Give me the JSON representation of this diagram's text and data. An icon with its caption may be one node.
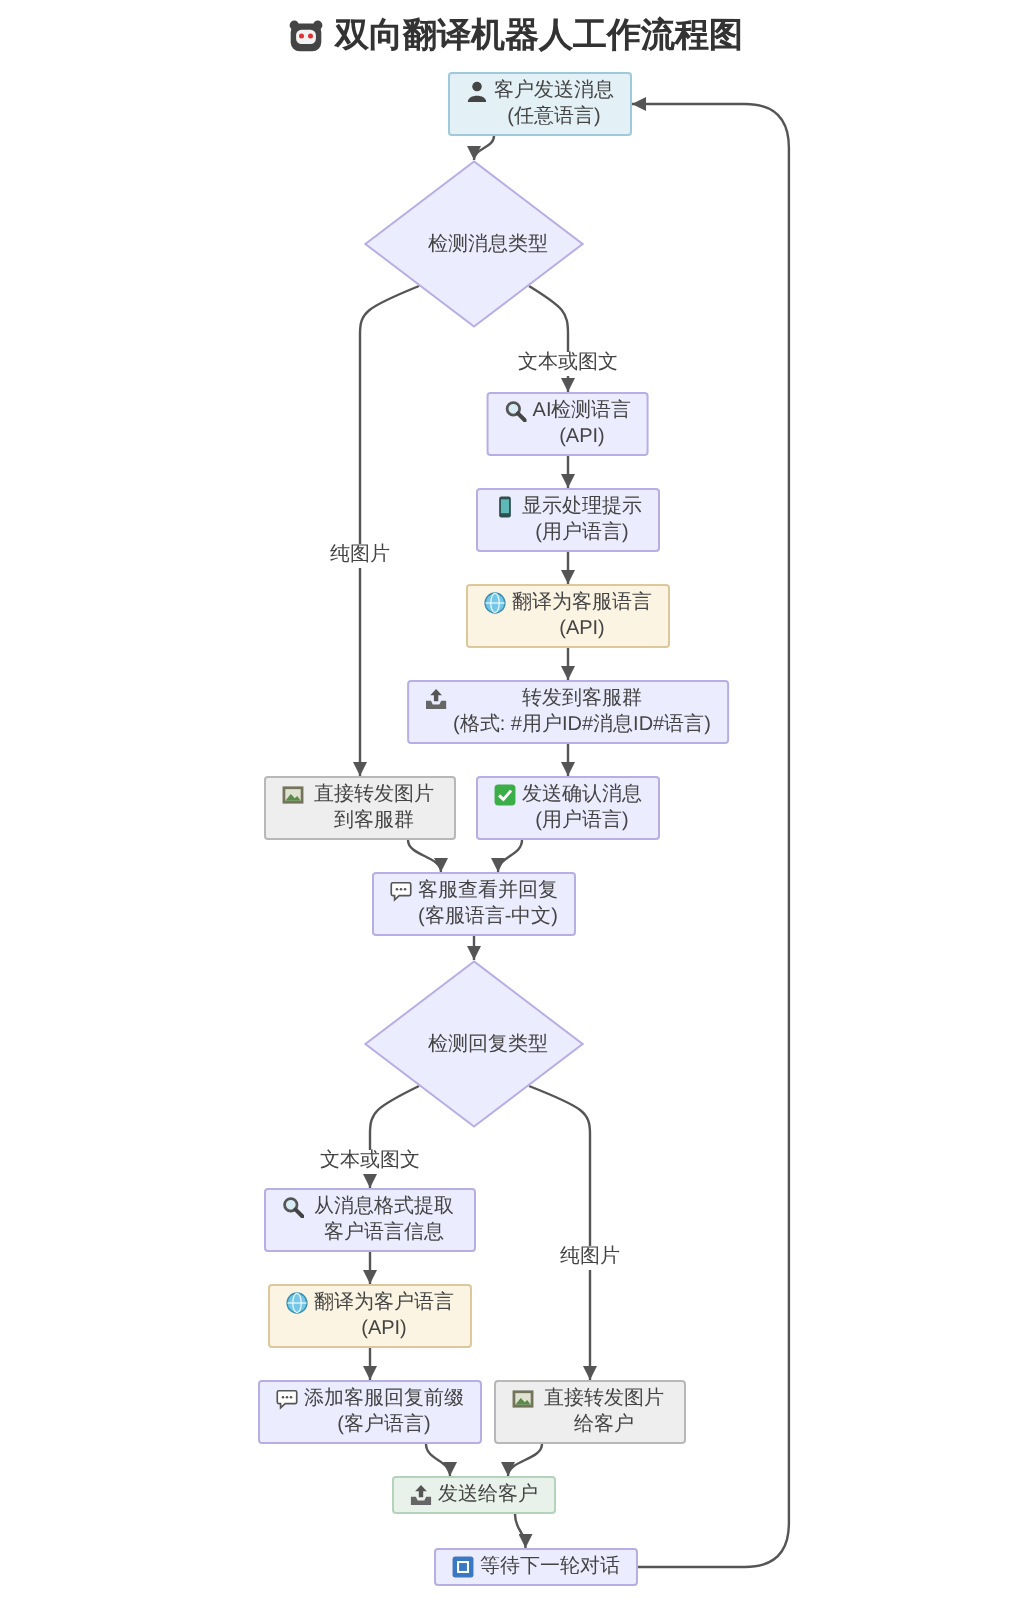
{
  "diagram": {
    "title": "双向翻译机器人工作流程图",
    "nodes": [
      {
        "text": [
          "客户发送消息 (任意语言)"
        ]
      },
      {
        "text": [
          "检测消息类型"
        ]
      },
      {
        "text": [
          "AI检测语言 (API)"
        ]
      },
      {
        "text": [
          "显示处理提示 (用户语言)"
        ]
      },
      {
        "text": [
          "翻译为客服语言 (API)"
        ]
      },
      {
        "text": [
          "转发到客服群 (格式: #用户ID#消息ID#语言)"
        ]
      },
      {
        "text": [
          "直接转发图片到客服群"
        ]
      },
      {
        "text": [
          "发送确认消息 (用户语言)"
        ]
      },
      {
        "text": [
          "客服查看并回复 (客服语言-中文)"
        ]
      },
      {
        "text": [
          "检测回复类型"
        ]
      },
      {
        "text": [
          "从消息格式提取客户语言信息"
        ]
      },
      {
        "text": [
          "翻译为客户语言 (API)"
        ]
      },
      {
        "text": [
          "添加客服回复前缀 (客户语言)"
        ]
      },
      {
        "text": [
          "直接转发图片给客户"
        ]
      },
      {
        "text": [
          "发送给客户"
        ]
      },
      {
        "text": [
          "等待下一轮对话"
        ]
      }
    ],
    "edges": [
      {
        "from": 0,
        "to": 1,
        "arrow": "to"
      },
      {
        "from": 1,
        "to": 2,
        "label": "文本或图文",
        "arrow": "to"
      },
      {
        "from": 1,
        "to": 6,
        "label": "纯图片",
        "arrow": "to"
      },
      {
        "from": 2,
        "to": 3,
        "arrow": "to"
      },
      {
        "from": 3,
        "to": 4,
        "arrow": "to"
      },
      {
        "from": 4,
        "to": 5,
        "arrow": "to"
      },
      {
        "from": 5,
        "to": 7,
        "arrow": "to"
      },
      {
        "from": 6,
        "to": 8,
        "arrow": "to"
      },
      {
        "from": 7,
        "to": 8,
        "arrow": "to"
      },
      {
        "from": 8,
        "to": 9,
        "arrow": "to"
      },
      {
        "from": 9,
        "to": 10,
        "label": "文本或图文",
        "arrow": "to"
      },
      {
        "from": 9,
        "to": 13,
        "label": "纯图片",
        "arrow": "to"
      },
      {
        "from": 10,
        "to": 11,
        "arrow": "to"
      },
      {
        "from": 11,
        "to": 12,
        "arrow": "to"
      },
      {
        "from": 12,
        "to": 14,
        "arrow": "to"
      },
      {
        "from": 13,
        "to": 14,
        "arrow": "to"
      },
      {
        "from": 14,
        "to": 15,
        "arrow": "to"
      },
      {
        "from": 15,
        "to": 0,
        "arrow": "to"
      }
    ]
  }
}
